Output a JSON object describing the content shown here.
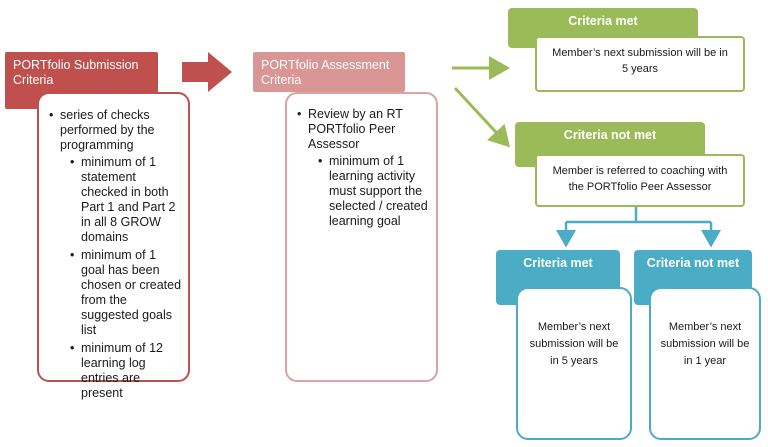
{
  "submission": {
    "title": "PORTfolio Submission Criteria",
    "main": "series of checks performed by the programming",
    "items": [
      "minimum of 1 statement checked in both Part 1 and Part 2 in all 8 GROW domains",
      "minimum of 1 goal has been chosen or created from the suggested goals list",
      "minimum of 12 learning log entries are present"
    ]
  },
  "assessment": {
    "title": "PORTfolio Assessment Criteria",
    "main": "Review by an RT PORTfolio Peer Assessor",
    "items": [
      "minimum of 1 learning activity must support the selected / created learning goal"
    ]
  },
  "criteria_met_top": {
    "title": "Criteria met",
    "text": "Member’s next submission will be in 5 years"
  },
  "criteria_not_met": {
    "title": "Criteria not met",
    "text": "Member is referred to coaching with the PORTfolio Peer Assessor"
  },
  "outcome_met": {
    "title": "Criteria met",
    "text": "Member’s next submission will be in 5 years"
  },
  "outcome_not_met": {
    "title": "Criteria not met",
    "text": "Member’s next submission will be in 1 year"
  },
  "colors": {
    "red": "#c0504d",
    "pink": "#d99694",
    "green": "#9bbb59",
    "blue": "#4bacc6"
  }
}
